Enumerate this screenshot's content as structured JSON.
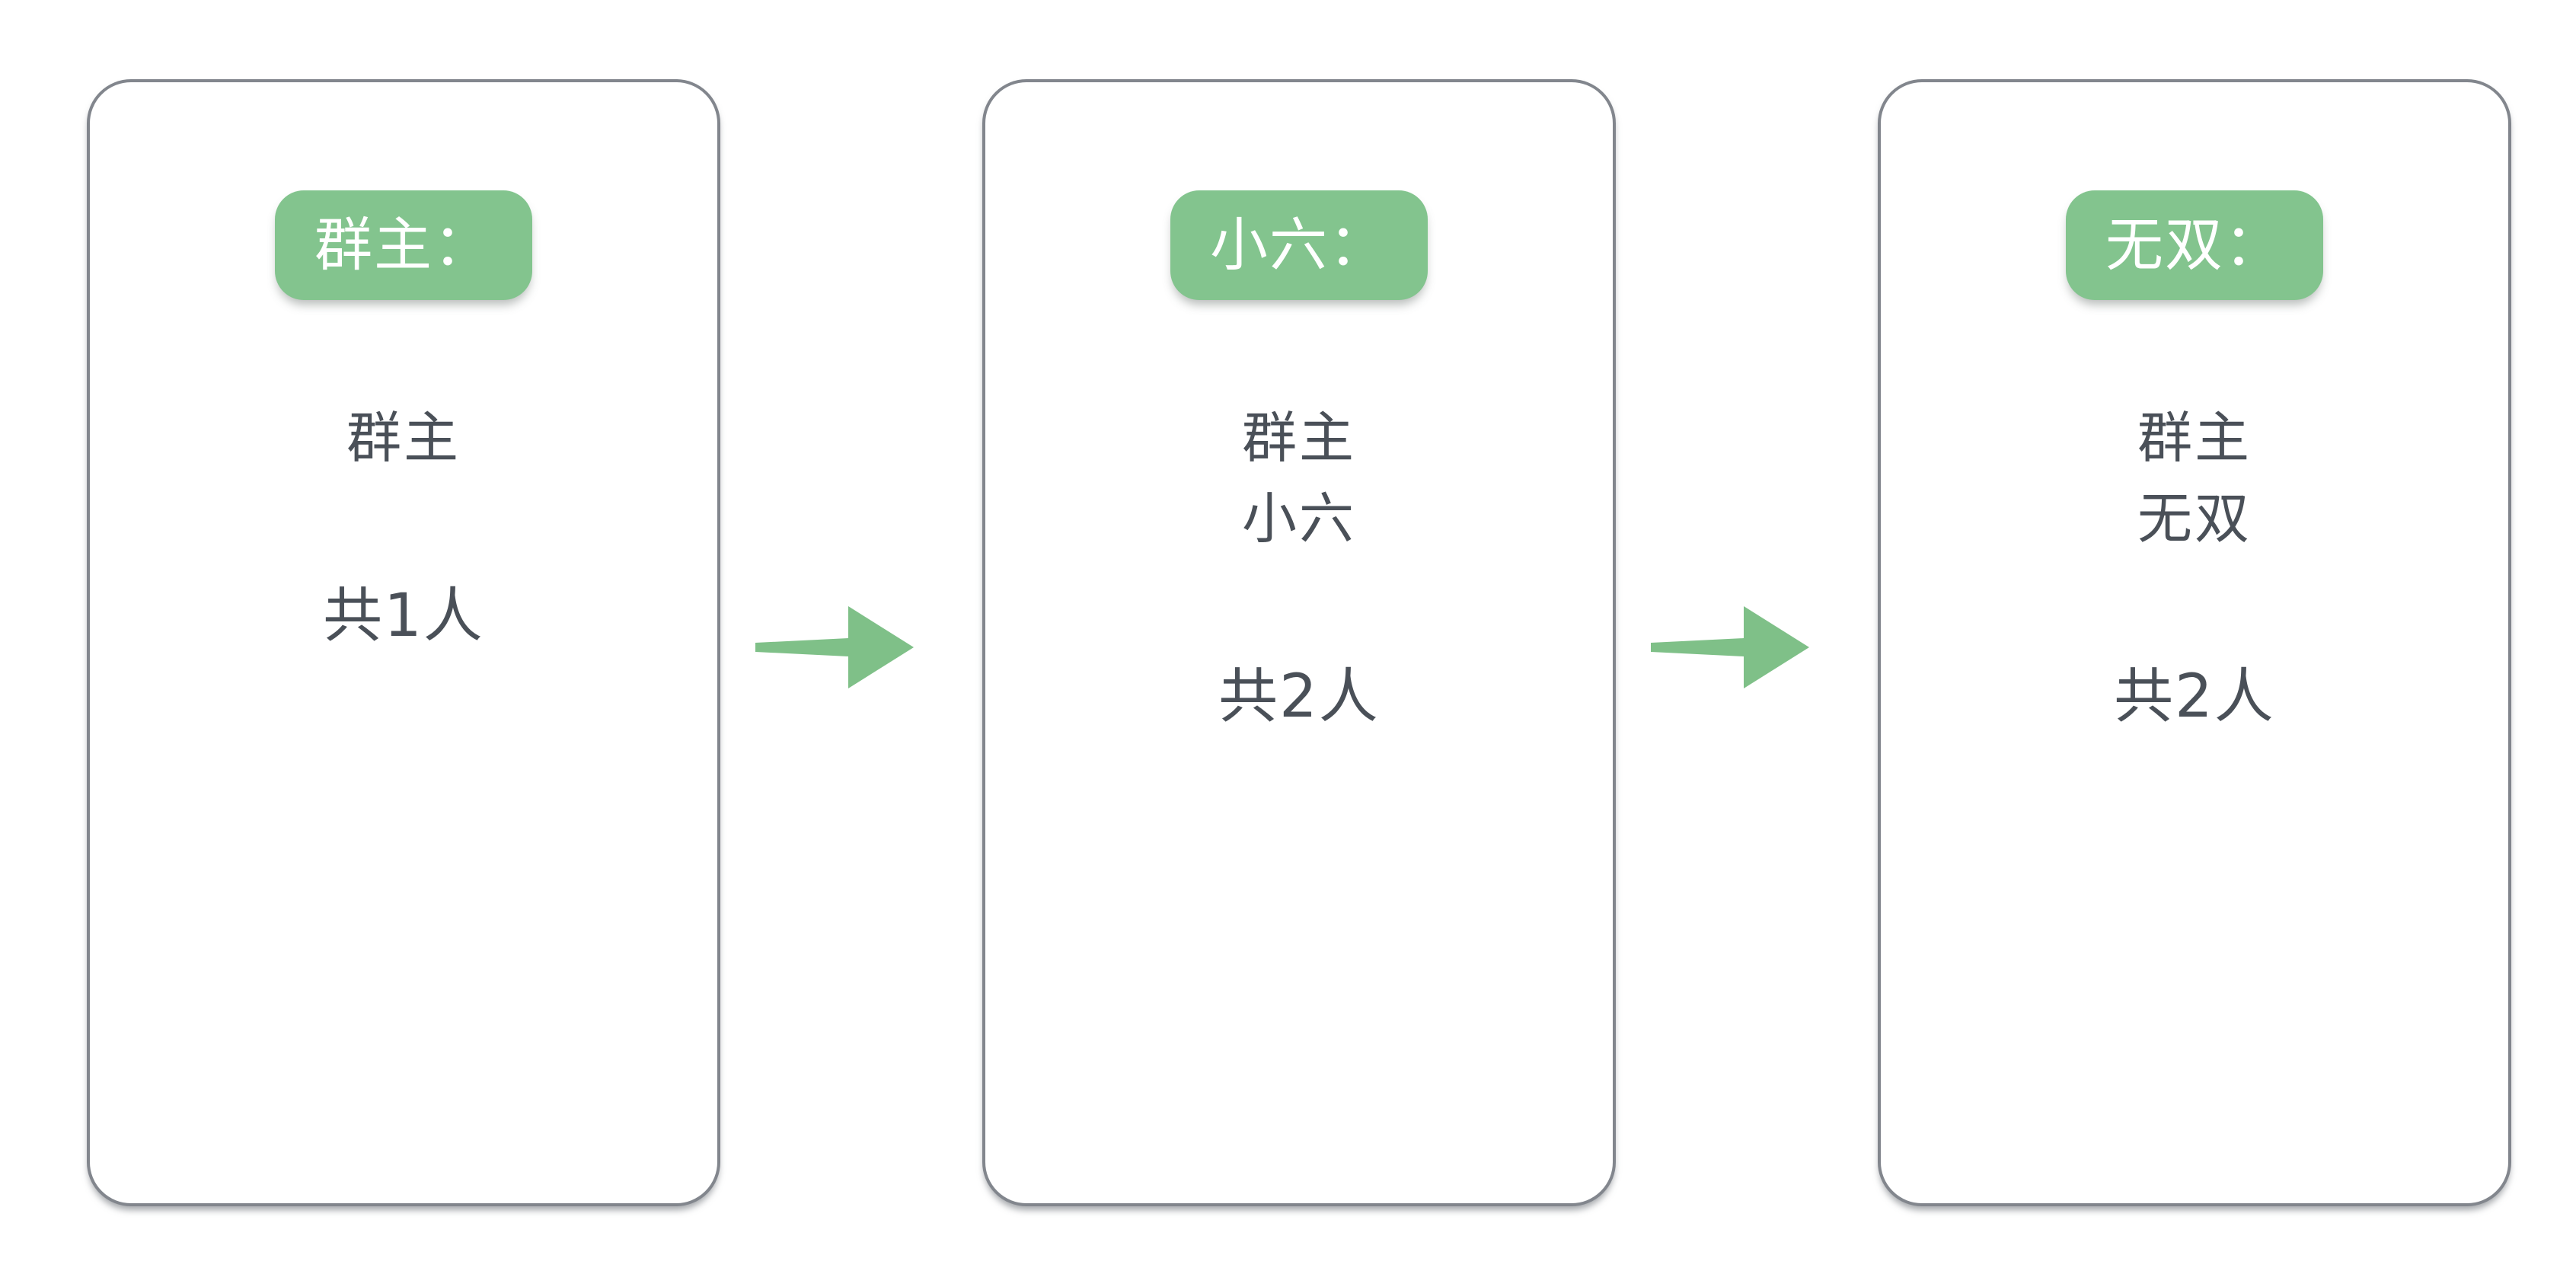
{
  "theme": {
    "background": "#ffffff",
    "card_border": "#82868d",
    "card_fill": "#ffffff",
    "badge_green": "#83c48e",
    "badge_text": "#ffffff",
    "body_text": "#4a5058",
    "arrow_green": "#7fc088"
  },
  "diagram": {
    "type": "flow",
    "direction": "left-to-right",
    "cards": [
      {
        "id": "card-1",
        "badge_label": "群主：",
        "members": [
          "群主"
        ],
        "count_label": "共1人"
      },
      {
        "id": "card-2",
        "badge_label": "小六：",
        "members": [
          "群主",
          "小六"
        ],
        "count_label": "共2人"
      },
      {
        "id": "card-3",
        "badge_label": "无双：",
        "members": [
          "群主",
          "无双"
        ],
        "count_label": "共2人"
      }
    ],
    "connectors": [
      {
        "id": "arrow-1",
        "from": "card-1",
        "to": "card-2",
        "icon": "arrow-right-icon"
      },
      {
        "id": "arrow-2",
        "from": "card-2",
        "to": "card-3",
        "icon": "arrow-right-icon"
      }
    ]
  }
}
